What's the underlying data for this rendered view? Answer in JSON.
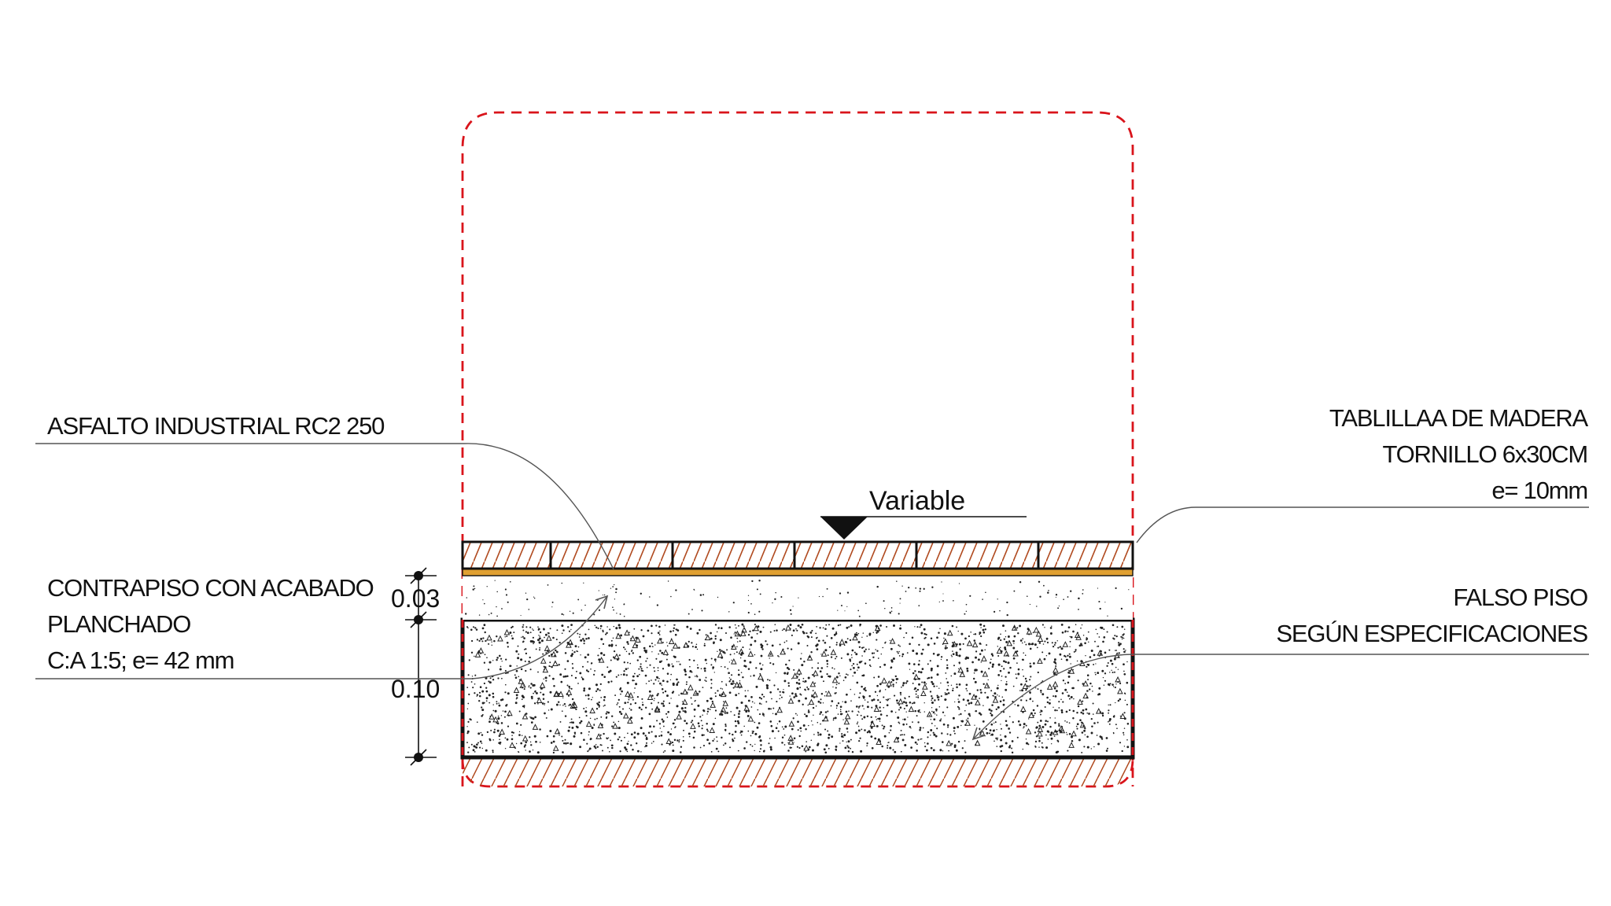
{
  "labels": {
    "asfalto": "ASFALTO INDUSTRIAL RC2 250",
    "tablilla_1": "TABLILLAA  DE MADERA",
    "tablilla_2": "TORNILLO 6x30CM",
    "tablilla_3": "e= 10mm",
    "contrapiso_1": "CONTRAPISO CON ACABADO",
    "contrapiso_2": "PLANCHADO",
    "contrapiso_3": "C:A 1:5; e= 42 mm",
    "falso_1": "FALSO PISO",
    "falso_2": "SEGÚN ESPECIFICACIONES"
  },
  "level": {
    "label": "Variable"
  },
  "dimensions": {
    "upper": "0.03",
    "lower": "0.10"
  },
  "colors": {
    "outline_dashed": "#d9141b",
    "wood_hatch": "#b04a1f",
    "asphalt": "#e0a032",
    "leader": "#555555",
    "ink": "#111111"
  }
}
